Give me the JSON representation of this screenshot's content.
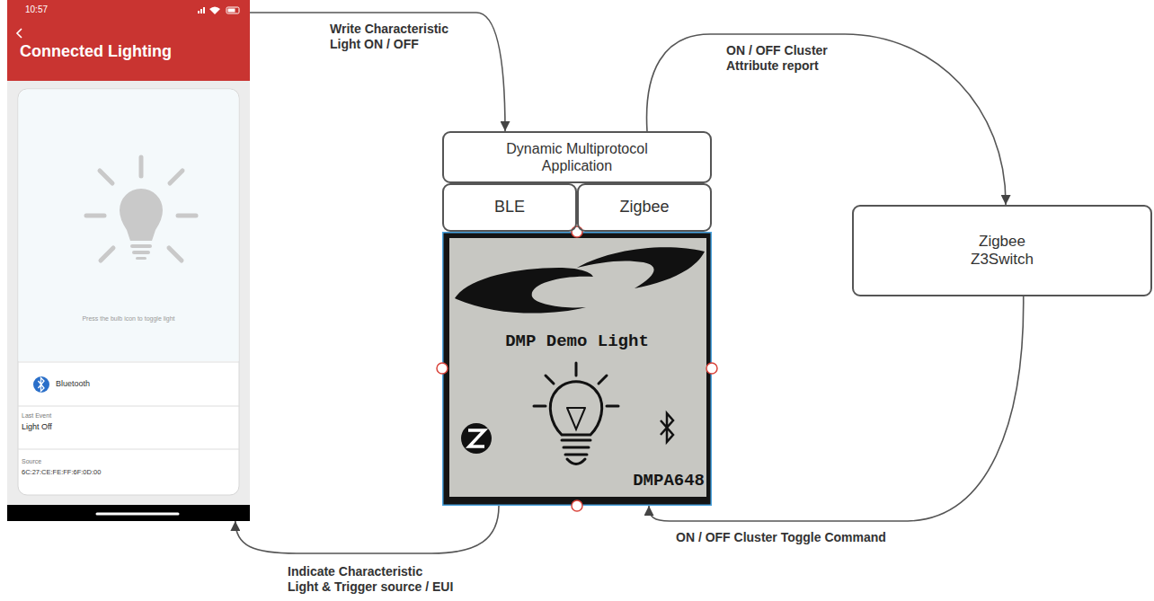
{
  "diagram": {
    "nodes": [
      {
        "text": [
          "10:57",
          "Connected Lighting",
          "Press the bulb icon to toggle light",
          "Bluetooth",
          "Last Event",
          "Light Off",
          "Source",
          "6C:27:CE:FE:FF:6F:0D:00"
        ]
      },
      {
        "text": [
          "Dynamic Multiprotocol Application"
        ]
      },
      {
        "text": [
          "BLE"
        ]
      },
      {
        "text": [
          "Zigbee"
        ]
      },
      {
        "text": [
          "DMP Demo Light",
          "DMPA648"
        ]
      },
      {
        "text": [
          "Zigbee Z3Switch"
        ]
      }
    ],
    "edges": [
      {
        "from": 0,
        "to": 1,
        "label": "Write Characteristic Light ON / OFF",
        "arrow": "to"
      },
      {
        "from": 1,
        "to": 5,
        "label": "ON / OFF Cluster Attribute report",
        "arrow": "to"
      },
      {
        "from": 5,
        "to": 4,
        "label": "ON / OFF Cluster Toggle Command",
        "arrow": "to"
      },
      {
        "from": 4,
        "to": 0,
        "label": "Indicate Characteristic Light & Trigger source / EUI",
        "arrow": "to"
      }
    ]
  }
}
